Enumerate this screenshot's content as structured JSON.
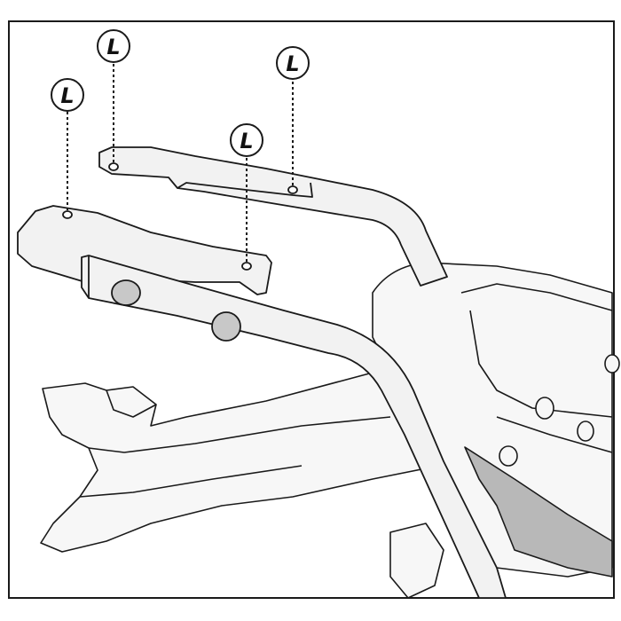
{
  "diagram": {
    "callouts": [
      {
        "id": "a",
        "label": "L"
      },
      {
        "id": "b",
        "label": "L"
      },
      {
        "id": "c",
        "label": "L"
      },
      {
        "id": "d",
        "label": "L"
      }
    ],
    "colors": {
      "stroke": "#1a1a1a",
      "part_fill": "#f2f2f2",
      "bike_fill": "#f7f7f7",
      "grommet_fill": "#c8c8c8",
      "dark_panel": "#b8b8b8"
    }
  }
}
